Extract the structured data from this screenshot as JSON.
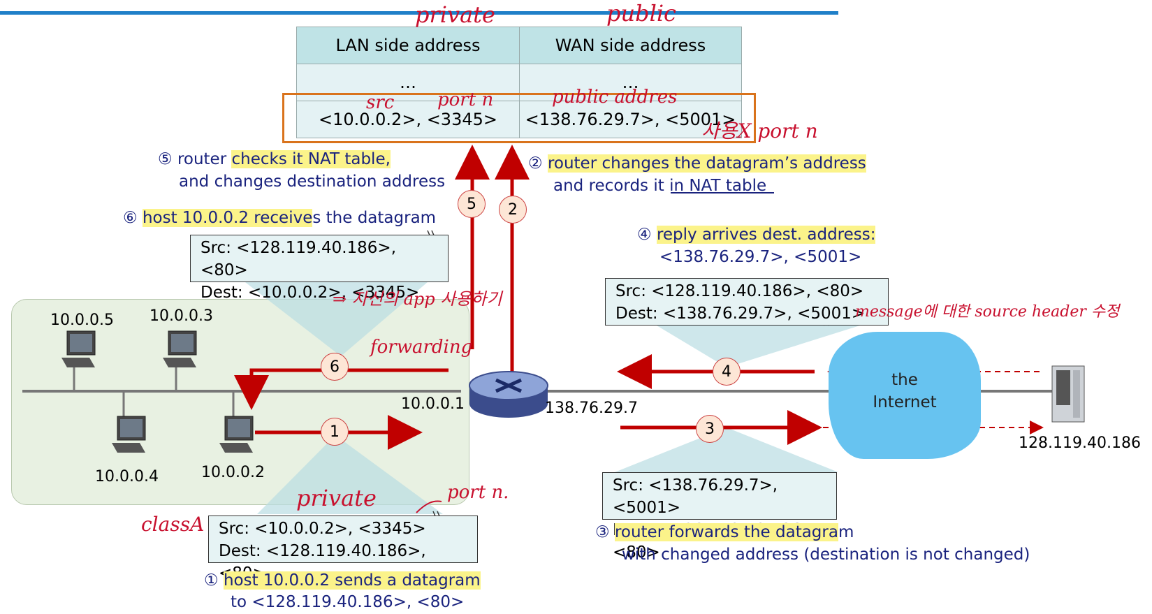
{
  "nat_table": {
    "headers": [
      "LAN side address",
      "WAN side address"
    ],
    "ellipsis_left": "…",
    "ellipsis_right": "…",
    "row": {
      "lan": "<10.0.0.2>, <3345>",
      "wan": "<138.76.29.7>, <5001>"
    }
  },
  "handwriting": {
    "private_top": "private",
    "public_top": "public",
    "src": "src",
    "port_n": "port n",
    "public_address": "public addres",
    "korean_no_port": "사용X port n",
    "korean_app": "⇒ 자신의 app 사용하기",
    "forwarding": "forwarding",
    "message_note": "message에 대한 source header 수정",
    "private_bottom": "private",
    "port_n_bottom": "port n.",
    "class_a": "classA"
  },
  "steps": {
    "s1": "1",
    "s2": "2",
    "s3": "3",
    "s4": "4",
    "s5": "5",
    "s6": "6"
  },
  "captions": {
    "c5_num": "⑤",
    "c5_line1_a": "router ",
    "c5_line1_hl": "checks it NAT table,",
    "c5_line2": "and changes destination address",
    "c6_num": "⑥",
    "c6_hl": "host 10.0.0.2 receive",
    "c6_rest": "s the datagram",
    "c2_num": "②",
    "c2_line1_hl": "router changes the datagram’s address",
    "c2_line2_a": "and records it ",
    "c2_line2_b": "in NAT table",
    "c4_num": "④",
    "c4_line1_hl": "reply arrives  dest. address:",
    "c4_line2": "<138.76.29.7>, <5001>",
    "c3_num": "③",
    "c3_line1_hl": "router forwards the datagra",
    "c3_line1_rest": "m",
    "c3_line2": "with changed address (destination is not changed)",
    "c1_num": "①",
    "c1_line1_hl": "host 10.0.0.2 sends a datagram",
    "c1_line2": "to <128.119.40.186>, <80>"
  },
  "boxes": {
    "b6": {
      "src": "Src:   <128.119.40.186>, <80>",
      "dest": "Dest: <10.0.0.2>, <3345>"
    },
    "b4": {
      "src": "Src:   <128.119.40.186>, <80>",
      "dest": "Dest: <138.76.29.7>, <5001>"
    },
    "b3": {
      "src": "Src:   <138.76.29.7>, <5001>",
      "dest": "Dest: <128.119.40.186>, <80>"
    },
    "b1": {
      "src": "Src:   <10.0.0.2>, <3345>",
      "dest": "Dest: <128.119.40.186>, <80>"
    }
  },
  "hosts": {
    "h5": "10.0.0.5",
    "h3": "10.0.0.3",
    "h4": "10.0.0.4",
    "h2": "10.0.0.2",
    "router_lan": "10.0.0.1",
    "router_wan": "138.76.29.7",
    "server": "128.119.40.186"
  },
  "cloud": {
    "line1": "the",
    "line2": "Internet"
  },
  "colors": {
    "arrow": "#c00000",
    "caption": "#1a237e",
    "highlight": "#fbf38a",
    "accent_line": "#1f7fc8",
    "nat_border": "#d9731c"
  }
}
